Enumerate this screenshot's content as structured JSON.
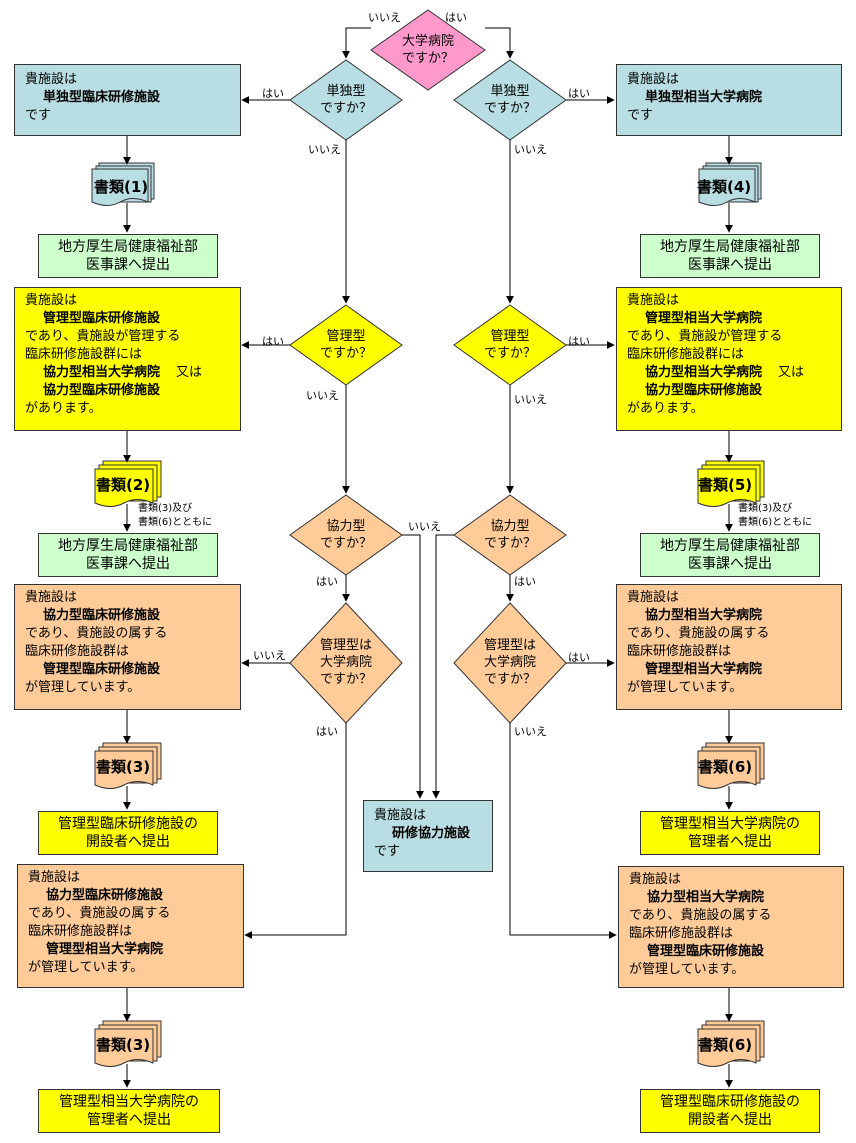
{
  "start": {
    "line1": "大学病院",
    "line2": "ですか？"
  },
  "edge_labels": {
    "yes": "はい",
    "no": "いいえ"
  },
  "decisions": {
    "single_l": {
      "line1": "単独型",
      "line2": "ですか？"
    },
    "single_r": {
      "line1": "単独型",
      "line2": "ですか？"
    },
    "admin_l": {
      "line1": "管理型",
      "line2": "ですか？"
    },
    "admin_r": {
      "line1": "管理型",
      "line2": "ですか？"
    },
    "coop_l": {
      "line1": "協力型",
      "line2": "ですか？"
    },
    "coop_r": {
      "line1": "協力型",
      "line2": "ですか？"
    },
    "mgr_univ_l": {
      "line1": "管理型は",
      "line2": "大学病院",
      "line3": "ですか？"
    },
    "mgr_univ_r": {
      "line1": "管理型は",
      "line2": "大学病院",
      "line3": "ですか？"
    }
  },
  "results": {
    "r_single_l": {
      "pre": "貴施設は",
      "bold": "単独型臨床研修施設",
      "post": "です"
    },
    "r_single_r": {
      "pre": "貴施設は",
      "bold": "単独型相当大学病院",
      "post": "です"
    },
    "r_admin_l": {
      "pre": "貴施設は",
      "bold1": "管理型臨床研修施設",
      "mid1": "であり、貴施設が管理する",
      "mid2": "臨床研修施設群には",
      "bold2": "協力型相当大学病院",
      "or": "又は",
      "bold3": "協力型臨床研修施設",
      "post": "があります。"
    },
    "r_admin_r": {
      "pre": "貴施設は",
      "bold1": "管理型相当大学病院",
      "mid1": "であり、貴施設が管理する",
      "mid2": "臨床研修施設群には",
      "bold2": "協力型相当大学病院",
      "or": "又は",
      "bold3": "協力型臨床研修施設",
      "post": "があります。"
    },
    "r_coop1_l": {
      "pre": "貴施設は",
      "bold1": "協力型臨床研修施設",
      "mid1": "であり、貴施設の属する",
      "mid2": "臨床研修施設群は",
      "bold2": "管理型臨床研修施設",
      "post": "が管理しています。"
    },
    "r_coop1_r": {
      "pre": "貴施設は",
      "bold1": "協力型相当大学病院",
      "mid1": "であり、貴施設の属する",
      "mid2": "臨床研修施設群は",
      "bold2": "管理型相当大学病院",
      "post": "が管理しています。"
    },
    "r_coop2_l": {
      "pre": "貴施設は",
      "bold1": "協力型臨床研修施設",
      "mid1": "であり、貴施設の属する",
      "mid2": "臨床研修施設群は",
      "bold2": "管理型相当大学病院",
      "post": "が管理しています。"
    },
    "r_coop2_r": {
      "pre": "貴施設は",
      "bold1": "協力型相当大学病院",
      "mid1": "であり、貴施設の属する",
      "mid2": "臨床研修施設群は",
      "bold2": "管理型臨床研修施設",
      "post": "が管理しています。"
    },
    "r_train": {
      "pre": "貴施設は",
      "bold": "研修協力施設",
      "post": "です"
    }
  },
  "documents": {
    "d1": "書類(1)",
    "d2": "書類(2)",
    "d3a": "書類(3)",
    "d3b": "書類(3)",
    "d4": "書類(4)",
    "d5": "書類(5)",
    "d6a": "書類(6)",
    "d6b": "書類(6)"
  },
  "notes": {
    "with_docs_1": "書類(3)及び",
    "with_docs_2": "書類(6)とともに"
  },
  "submissions": {
    "s1_l": {
      "line1": "地方厚生局健康福祉部",
      "line2": "医事課へ提出"
    },
    "s1_r": {
      "line1": "地方厚生局健康福祉部",
      "line2": "医事課へ提出"
    },
    "s2_l": {
      "line1": "地方厚生局健康福祉部",
      "line2": "医事課へ提出"
    },
    "s2_r": {
      "line1": "地方厚生局健康福祉部",
      "line2": "医事課へ提出"
    },
    "s3_l": {
      "line1": "管理型臨床研修施設の",
      "line2": "開設者へ提出"
    },
    "s3_r": {
      "line1": "管理型相当大学病院の",
      "line2": "管理者へ提出"
    },
    "s4_l": {
      "line1": "管理型相当大学病院の",
      "line2": "管理者へ提出"
    },
    "s4_r": {
      "line1": "管理型臨床研修施設の",
      "line2": "開設者へ提出"
    }
  },
  "colors": {
    "pink": "#ff99cc",
    "blue": "#b8dde2",
    "green": "#ccffcc",
    "yellow": "#ffff00",
    "orange": "#ffcc99"
  }
}
